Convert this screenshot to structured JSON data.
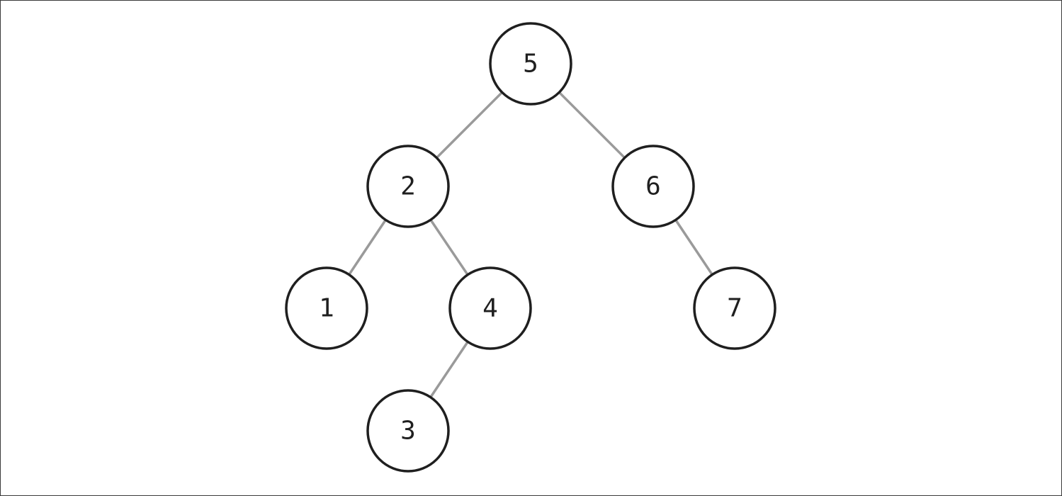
{
  "diagram": {
    "type": "binary-tree",
    "nodes": [
      {
        "id": "n5",
        "label": "5"
      },
      {
        "id": "n2",
        "label": "2"
      },
      {
        "id": "n6",
        "label": "6"
      },
      {
        "id": "n1",
        "label": "1"
      },
      {
        "id": "n4",
        "label": "4"
      },
      {
        "id": "n7",
        "label": "7"
      },
      {
        "id": "n3",
        "label": "3"
      }
    ],
    "edges": [
      {
        "from": "n5",
        "to": "n2"
      },
      {
        "from": "n5",
        "to": "n6"
      },
      {
        "from": "n2",
        "to": "n1"
      },
      {
        "from": "n2",
        "to": "n4"
      },
      {
        "from": "n6",
        "to": "n7"
      },
      {
        "from": "n4",
        "to": "n3"
      }
    ],
    "colors": {
      "edge": "#9a9a9a",
      "node_stroke": "#1f1f1f",
      "node_fill": "#ffffff",
      "frame_border": "#3a3a3a"
    }
  }
}
